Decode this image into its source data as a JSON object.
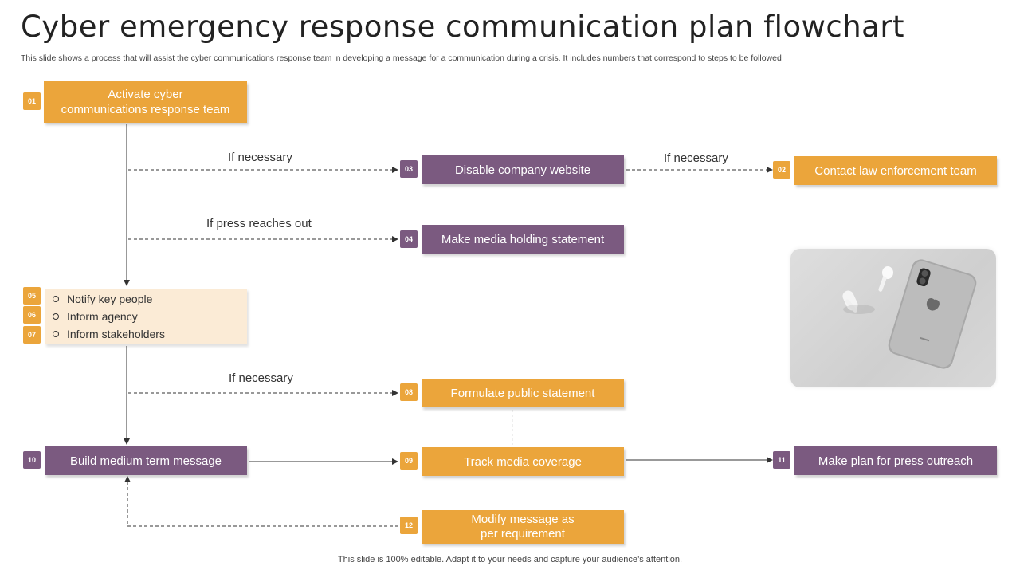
{
  "title": "Cyber emergency response communication plan flowchart",
  "subtitle": "This slide shows a process that will assist the cyber communications response team in developing a message for a communication during a crisis. It includes numbers that correspond to steps to be followed",
  "footer": "This slide is 100% editable. Adapt it to your needs and capture your audience’s attention.",
  "colors": {
    "orange": "#EBA53B",
    "purple": "#7B5A80",
    "list_bg": "#FBEBD6"
  },
  "steps": {
    "s01": {
      "num": "01",
      "label_line1": "Activate cyber",
      "label_line2": "communications response team"
    },
    "s02": {
      "num": "02",
      "label": "Contact law enforcement team"
    },
    "s03": {
      "num": "03",
      "label": "Disable company website"
    },
    "s04": {
      "num": "04",
      "label": "Make media holding statement"
    },
    "s05": {
      "num": "05",
      "label": "Notify key people"
    },
    "s06": {
      "num": "06",
      "label": "Inform agency"
    },
    "s07": {
      "num": "07",
      "label": "Inform stakeholders"
    },
    "s08": {
      "num": "08",
      "label": "Formulate public statement"
    },
    "s09": {
      "num": "09",
      "label": "Track media coverage"
    },
    "s10": {
      "num": "10",
      "label": "Build medium term message"
    },
    "s11": {
      "num": "11",
      "label": "Make plan for press outreach"
    },
    "s12": {
      "num": "12",
      "label_line1": "Modify message as",
      "label_line2": "per requirement"
    }
  },
  "edge_labels": {
    "to03": "If necessary",
    "to02": "If necessary",
    "to04": "If press reaches out",
    "to08": "If necessary"
  },
  "photo": {
    "icons": [
      "smartphone-icon",
      "earbuds-icon"
    ]
  }
}
